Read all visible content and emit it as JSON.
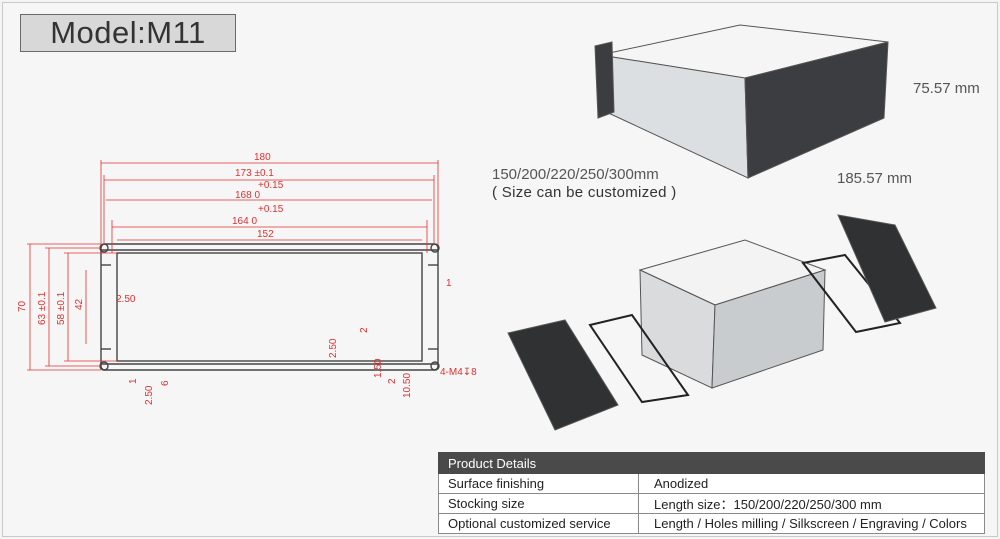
{
  "model": "Model:M11",
  "dimensions_3d": {
    "height": "75.57 mm",
    "width": "185.57 mm",
    "length": "150/200/220/250/300mm",
    "note": "( Size can be customized )"
  },
  "drawing": {
    "top_dims": [
      "180",
      "173 ±0.1",
      "+0.15",
      "168  0",
      "+0.15",
      "164  0",
      "152"
    ],
    "left_dims": [
      "70",
      "63 ±0.1",
      "58 ±0.1",
      "42"
    ],
    "inner": [
      "2.50",
      "1",
      "2.50",
      "2",
      "1.50",
      "2",
      "10.50",
      "1",
      "2.50",
      "6",
      "4-M4↧8"
    ]
  },
  "table": {
    "title": "Product Details",
    "rows": [
      {
        "label": "Surface finishing",
        "value": "Anodized"
      },
      {
        "label": "Stocking size",
        "value": "Length size：150/200/220/250/300 mm"
      },
      {
        "label": "Optional customized service",
        "value": "Length / Holes milling / Silkscreen / Engraving / Colors"
      }
    ]
  },
  "colors": {
    "dimension_red": "#e03030",
    "table_header": "#4a4a4a",
    "badge_bg": "#d8d8d8"
  }
}
